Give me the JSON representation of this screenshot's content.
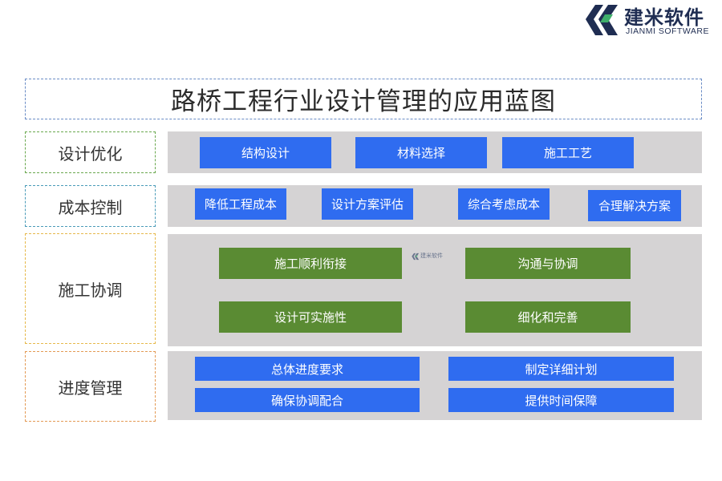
{
  "brand": {
    "name_cn": "建米软件",
    "name_en": "JIANMI SOFTWARE",
    "color": "#1f2d52"
  },
  "title": "路桥工程行业设计管理的应用蓝图",
  "watermark": {
    "text": "建米软件"
  },
  "rows": [
    {
      "label": "设计优化",
      "items": [
        "结构设计",
        "材料选择",
        "施工工艺"
      ]
    },
    {
      "label": "成本控制",
      "items": [
        "降低工程成本",
        "设计方案评估",
        "综合考虑成本",
        "合理解决方案"
      ]
    },
    {
      "label": "施工协调",
      "items": [
        "施工顺利衔接",
        "沟通与协调",
        "设计可实施性",
        "细化和完善"
      ]
    },
    {
      "label": "进度管理",
      "items": [
        "总体进度要求",
        "制定详细计划",
        "确保协调配合",
        "提供时间保障"
      ]
    }
  ],
  "colors": {
    "blue_box": "#2f6cf0",
    "green_box": "#5a8b33",
    "panel_bg": "#d5d3d4"
  }
}
